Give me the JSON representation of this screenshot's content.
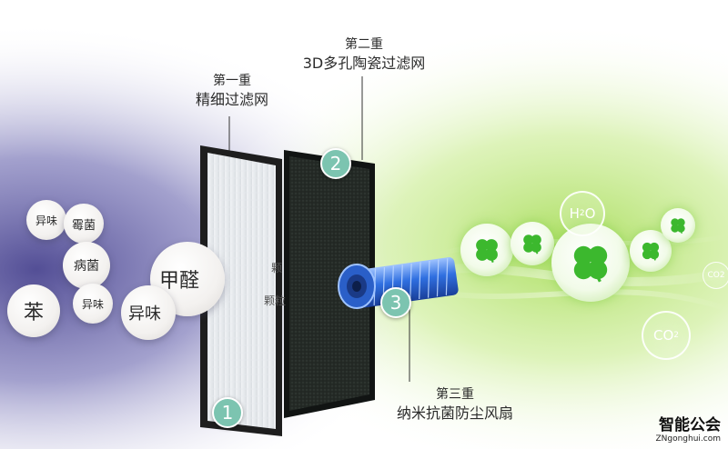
{
  "labels": {
    "layer1": {
      "index": "第一重",
      "name": "精细过滤网"
    },
    "layer2": {
      "index": "第二重",
      "name": "3D多孔陶瓷过滤网"
    },
    "layer3": {
      "index": "第三重",
      "name": "纳米抗菌防尘风扇"
    }
  },
  "badges": [
    "1",
    "2",
    "3"
  ],
  "pollutants": [
    "异味",
    "霉菌",
    "病菌",
    "甲醛",
    "苯",
    "异味",
    "异味"
  ],
  "particles": [
    "颗",
    "颗粒"
  ],
  "molecules": {
    "h2o": {
      "main": "H",
      "sub": "2",
      "tail": "O"
    },
    "co2_large": {
      "main": "CO",
      "sub": "2"
    },
    "co2_small": {
      "main": "CO",
      "sub": "2"
    }
  },
  "logo": {
    "brand": "智能公会",
    "domain": "ZNgonghui.com"
  },
  "colors": {
    "badge": "#7cc4b0",
    "clover": "#3cb82e",
    "fan_blue": "#2f6fe0",
    "left_tint": "#6d6aa8",
    "right_tint": "#bde57a"
  },
  "icons": {
    "clover": "four-leaf-clover-icon",
    "fan": "cylindrical-fan-icon"
  }
}
